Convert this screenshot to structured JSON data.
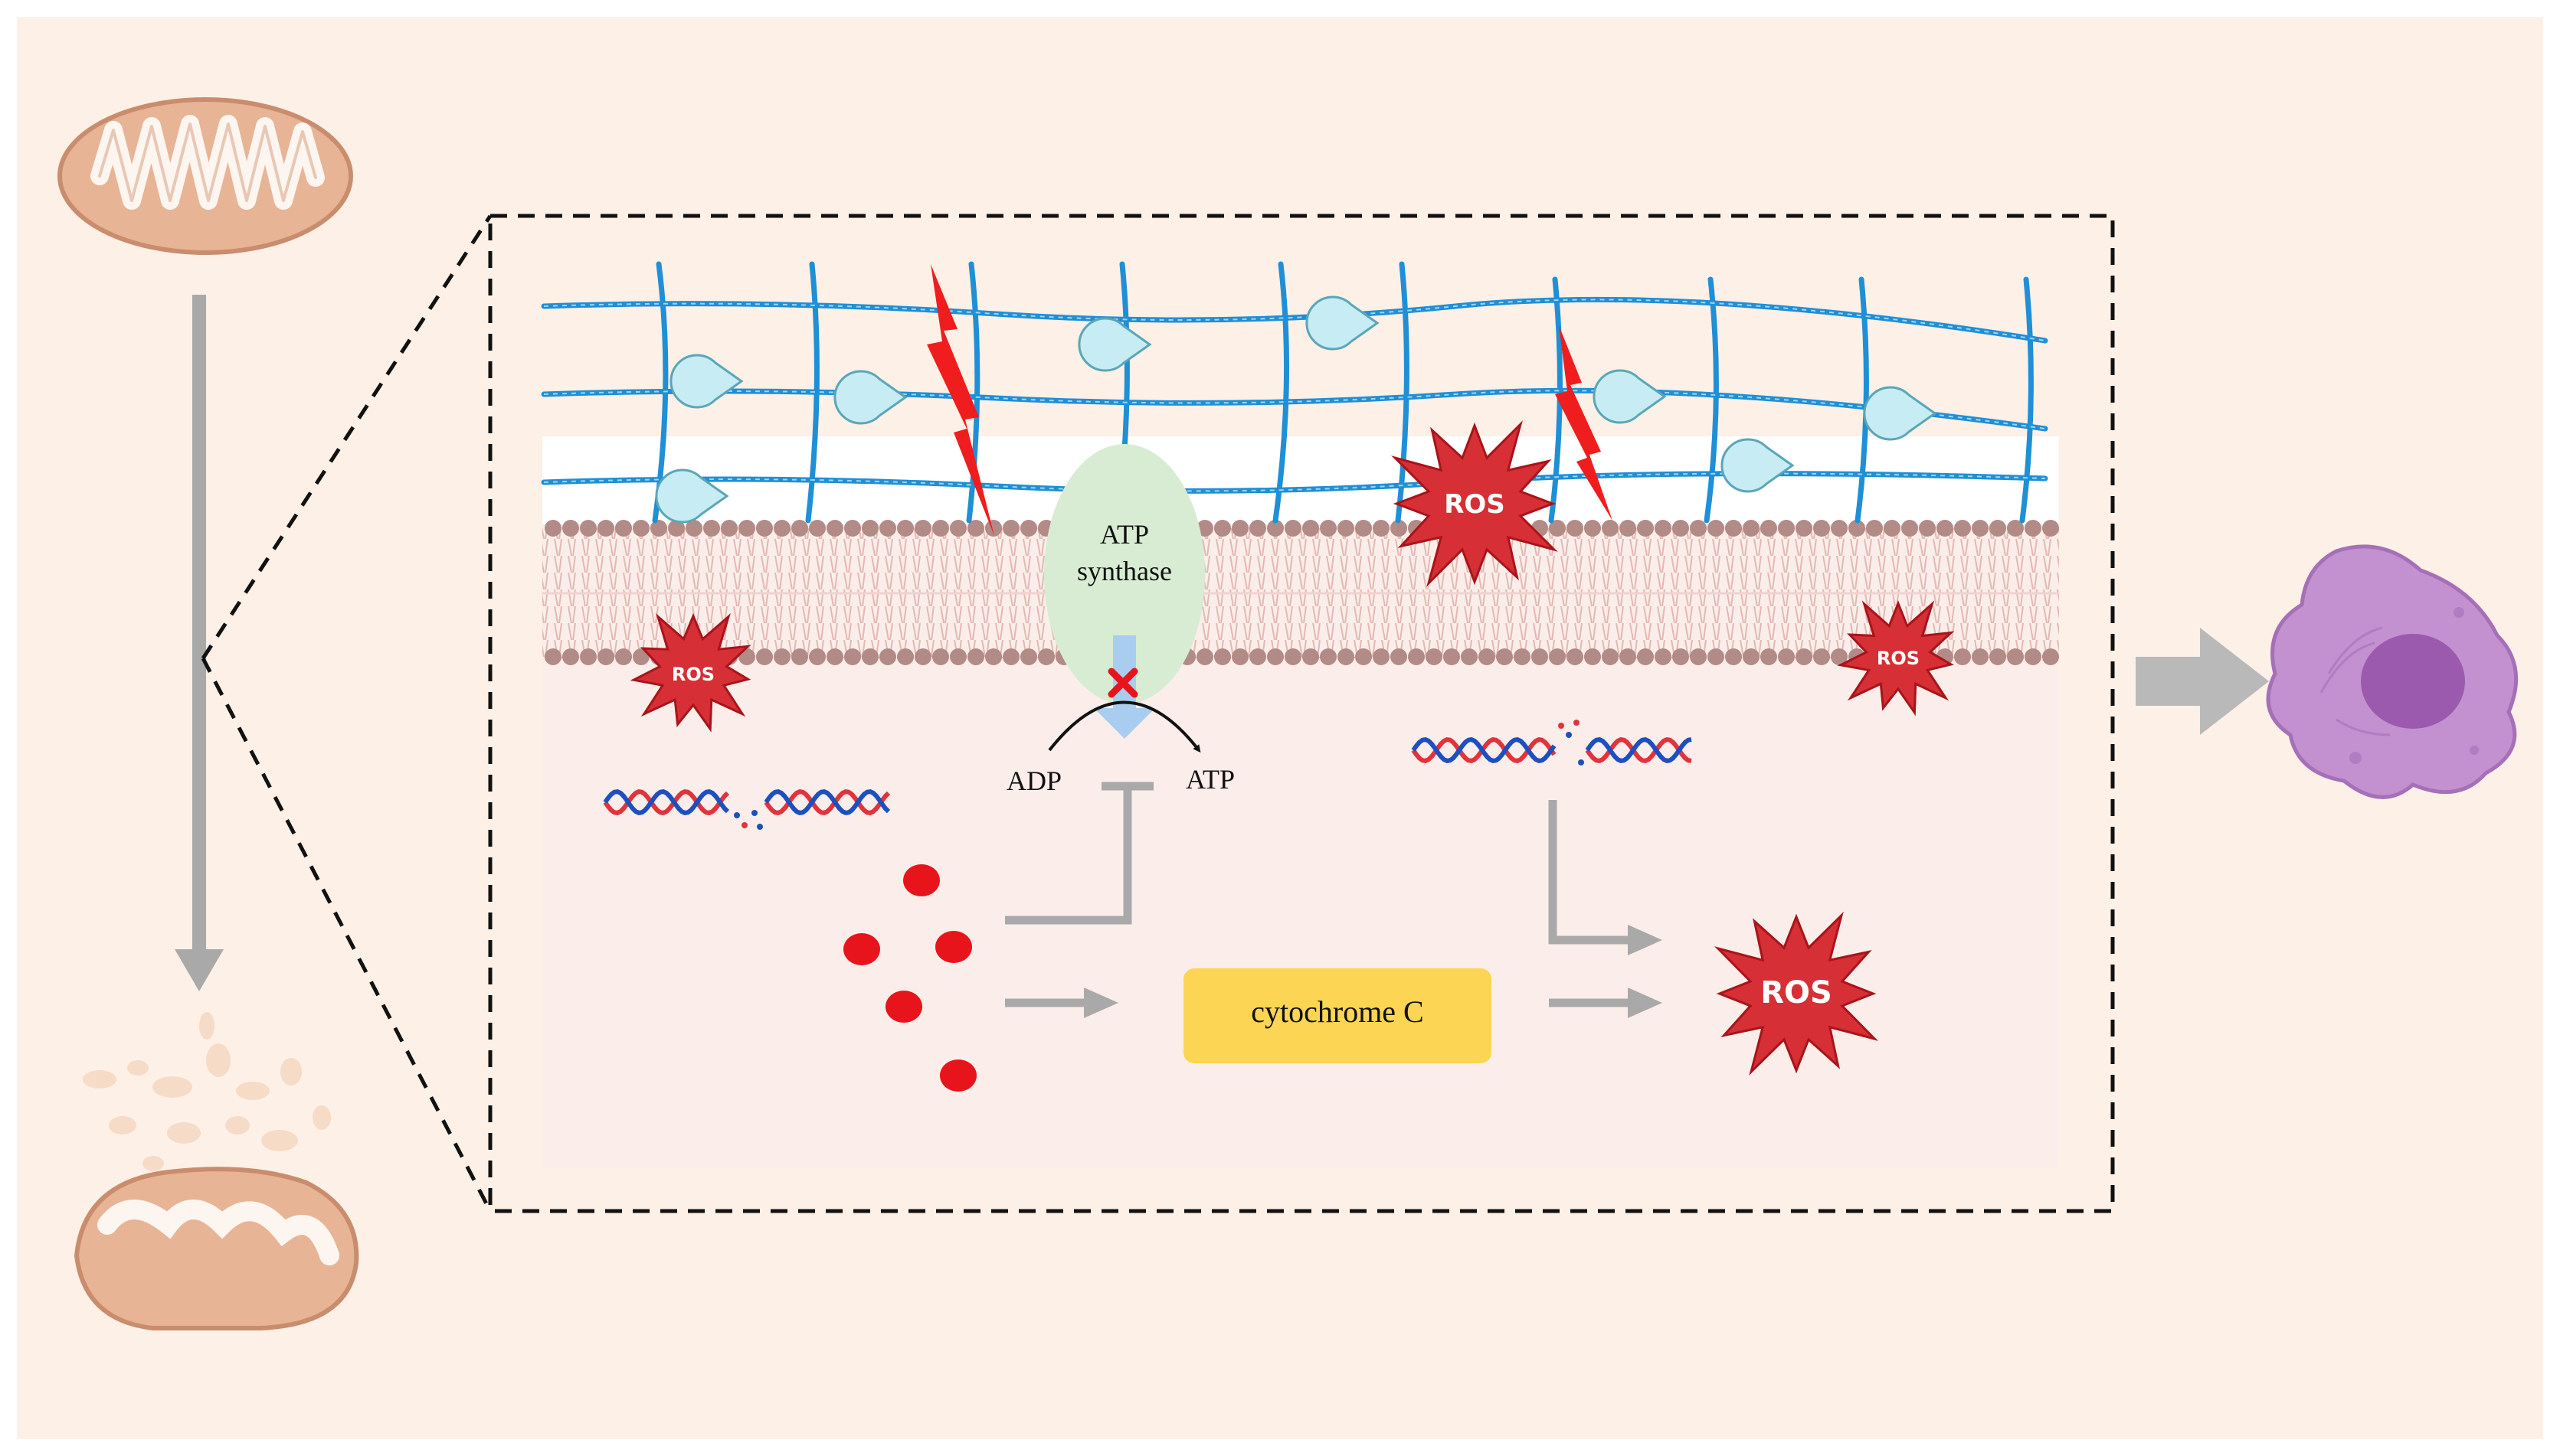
{
  "diagram": {
    "labels": {
      "atp_synthase_line1": "ATP",
      "atp_synthase_line2": "synthase",
      "adp": "ADP",
      "atp": "ATP",
      "cytochrome": "cytochrome C",
      "ros": "ROS"
    },
    "colors": {
      "background": "#fdf0e7",
      "mito_fill": "#e8b496",
      "mito_stroke": "#c98d6d",
      "frame_stroke": "#111111",
      "matrix_fill": "#fbeeea",
      "membrane_head": "#b28a86",
      "mesh_blue": "#1f8fd6",
      "pacman": "#c7ecf3",
      "bolt_red": "#ef1d1d",
      "ros_red": "#d62f35",
      "atp_synthase": "#d8ecd3",
      "flow_arrow": "#a9a9a9",
      "cyt_box": "#fcd554",
      "dna_red": "#e0333b",
      "dna_blue": "#1e4fbf",
      "dot_red": "#e8141b",
      "cell_fill": "#c391cf",
      "nucleus": "#9b5aad"
    },
    "icons": [
      "mitochondrion-icon",
      "damaged-mitochondrion-icon",
      "apoptotic-cell-icon",
      "ros-burst-icon",
      "lightning-bolt-icon",
      "dna-strand-icon",
      "protease-pacman-icon"
    ]
  }
}
